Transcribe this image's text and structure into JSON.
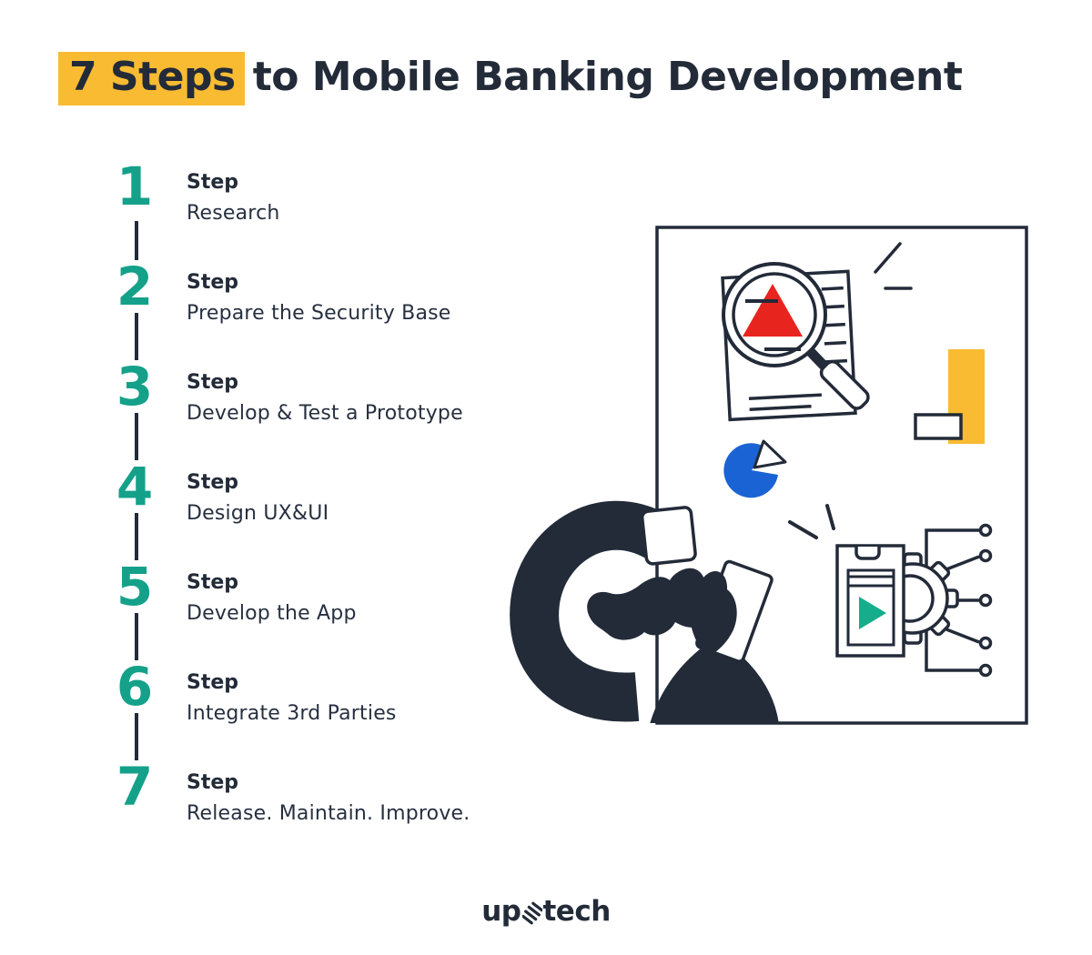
{
  "title": {
    "highlighted": "7 Steps",
    "rest": "to Mobile Banking Development"
  },
  "steps": [
    {
      "number": "1",
      "label": "Step",
      "description": "Research"
    },
    {
      "number": "2",
      "label": "Step",
      "description": "Prepare the Security Base"
    },
    {
      "number": "3",
      "label": "Step",
      "description": "Develop & Test a Prototype"
    },
    {
      "number": "4",
      "label": "Step",
      "description": "Design UX&UI"
    },
    {
      "number": "5",
      "label": "Step",
      "description": "Develop the App"
    },
    {
      "number": "6",
      "label": "Step",
      "description": "Integrate 3rd Parties"
    },
    {
      "number": "7",
      "label": "Step",
      "description": "Release. Maintain. Improve."
    }
  ],
  "logo": {
    "prefix": "up",
    "suffix": "tech",
    "icon": "spring-coil-icon"
  },
  "colors": {
    "dark_navy": "#232B39",
    "accent_teal": "#15A189",
    "highlight_yellow": "#F9BB32",
    "chart_red": "#E8241E",
    "pie_blue": "#1A63D4",
    "play_green": "#16AD8C"
  },
  "illustration": {
    "description": "person arm pointing at whiteboard with research and development icons",
    "icons": [
      "magnifier-icon",
      "document-icon",
      "triangle-chart-icon",
      "sparkle-marks-icon",
      "yellow-bar-icon",
      "outlined-box-icon",
      "blue-pie-icon",
      "wedge-icon",
      "smartphone-icon",
      "play-icon",
      "gear-icon",
      "circuit-nodes-icon",
      "person-pointing-illustration"
    ]
  }
}
